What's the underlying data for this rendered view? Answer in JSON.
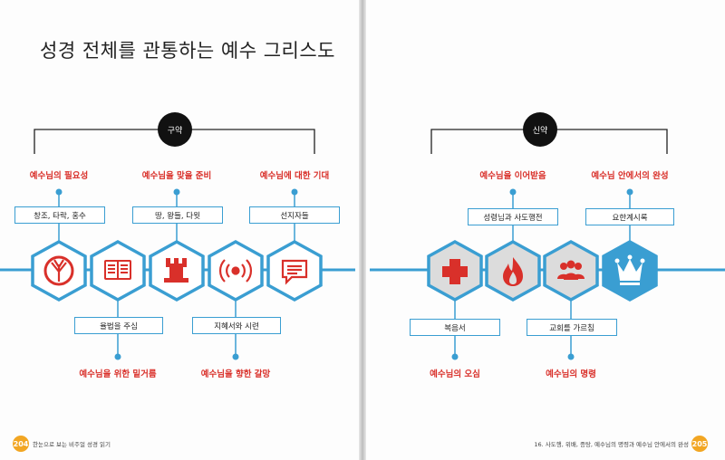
{
  "left": {
    "title": "성경 전체를 관통하는 예수 그리스도",
    "node": "구약",
    "top_labels": [
      "예수님의 필요성",
      "예수님을 맞을 준비",
      "예수님에 대한 기대"
    ],
    "top_boxes": [
      "창조, 타락, 홍수",
      "땅, 왕들, 다윗",
      "선지자들"
    ],
    "bottom_boxes": [
      "율법을 주심",
      "지혜서와 시련"
    ],
    "bottom_labels": [
      "예수님을 위한 밑거름",
      "예수님을 향한 갈망"
    ],
    "icons": [
      "tree-icon",
      "book-icon",
      "castle-tower-icon",
      "broadcast-icon",
      "speech-bubble-icon"
    ],
    "page_number": "204",
    "footer": "한눈으로 보는 비주얼 성경 읽기"
  },
  "right": {
    "node": "신약",
    "top_labels": [
      "예수님을 이어받음",
      "예수님 안에서의 완성"
    ],
    "top_boxes": [
      "성령님과 사도행전",
      "요한계시록"
    ],
    "bottom_boxes": [
      "복음서",
      "교회를 가르침"
    ],
    "bottom_labels": [
      "예수님의 오심",
      "예수님의 명령"
    ],
    "icons": [
      "red-cross-icon",
      "flame-icon",
      "people-icon",
      "crown-icon"
    ],
    "page_number": "205",
    "footer": "16. 사도행, 위배, 증탕, 예수님의 명령과 예수님 안에서의 완성"
  },
  "colors": {
    "accent_red": "#d9302a",
    "accent_blue": "#3a9ed2",
    "page_badge": "#f2a623"
  }
}
